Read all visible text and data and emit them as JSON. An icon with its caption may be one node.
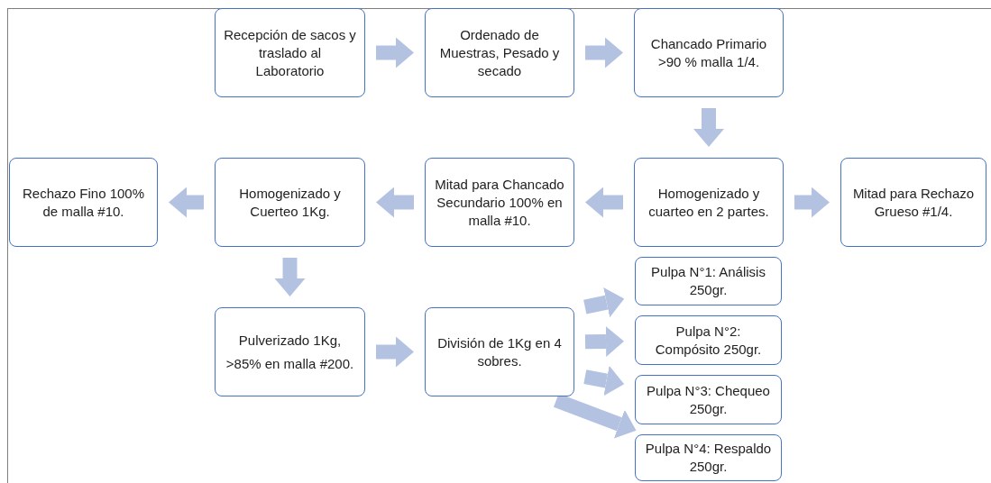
{
  "diagram": {
    "nodes": [
      {
        "text": [
          "Recepción de sacos y traslado al Laboratorio"
        ]
      },
      {
        "text": [
          "Ordenado de Muestras, Pesado y secado"
        ]
      },
      {
        "text": [
          "Chancado Primario >90 % malla 1/4."
        ]
      },
      {
        "text": [
          "Rechazo  Fino 100% de malla #10."
        ]
      },
      {
        "text": [
          "Homogenizado y Cuerteo 1Kg."
        ]
      },
      {
        "text": [
          "Mitad para Chancado Secundario 100% en malla #10."
        ]
      },
      {
        "text": [
          "Homogenizado y cuarteo en 2 partes."
        ]
      },
      {
        "text": [
          "Mitad para Rechazo Grueso #1/4."
        ]
      },
      {
        "text": [
          "Pulverizado 1Kg,",
          ">85% en malla #200."
        ]
      },
      {
        "text": [
          "División de 1Kg en 4 sobres."
        ]
      },
      {
        "text": [
          "Pulpa N°1: Análisis 250gr."
        ]
      },
      {
        "text": [
          "Pulpa N°2: Compósito 250gr."
        ]
      },
      {
        "text": [
          "Pulpa N°3: Chequeo 250gr."
        ]
      },
      {
        "text": [
          "Pulpa N°4: Respaldo 250gr."
        ]
      }
    ],
    "edges": [
      {
        "from": 0,
        "to": 1,
        "arrow": "to"
      },
      {
        "from": 1,
        "to": 2,
        "arrow": "to"
      },
      {
        "from": 2,
        "to": 6,
        "arrow": "to"
      },
      {
        "from": 6,
        "to": 7,
        "arrow": "to"
      },
      {
        "from": 6,
        "to": 5,
        "arrow": "to"
      },
      {
        "from": 5,
        "to": 4,
        "arrow": "to"
      },
      {
        "from": 4,
        "to": 3,
        "arrow": "to"
      },
      {
        "from": 4,
        "to": 8,
        "arrow": "to"
      },
      {
        "from": 8,
        "to": 9,
        "arrow": "to"
      },
      {
        "from": 9,
        "to": 10,
        "arrow": "to"
      },
      {
        "from": 9,
        "to": 11,
        "arrow": "to"
      },
      {
        "from": 9,
        "to": 12,
        "arrow": "to"
      },
      {
        "from": 9,
        "to": 13,
        "arrow": "to"
      }
    ]
  }
}
